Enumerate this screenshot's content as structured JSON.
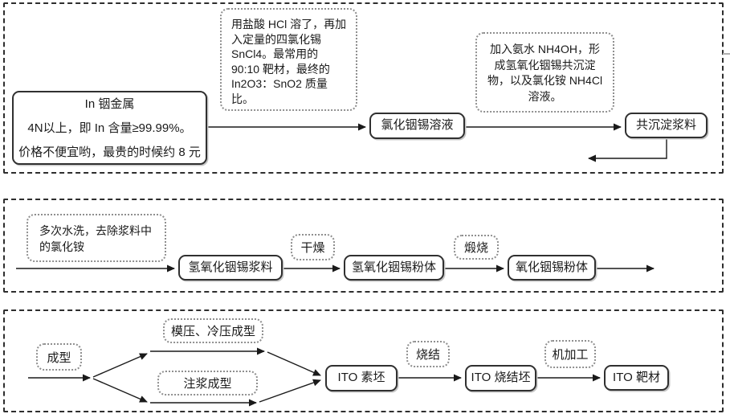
{
  "sections": {
    "s1": {
      "in_metal": "In 铟金属\n4N以上，即 In 含量≥99.99%。\n价格不便宜哟，最贵的时候约 8 元",
      "hcl_note": "用盐酸 HCl 溶了，再加\n入定量的四氯化锡\nSnCl4。最常用的\n90:10 靶材，最终的\nIn2O3：SnO2 质量\n比。",
      "chloride_solution": "氯化铟锡溶液",
      "nh4oh_note": "加入氨水 NH4OH，形\n成氢氧化铟锡共沉淀\n物，以及氯化铵 NH4Cl\n溶液。",
      "coprecipitate_slurry": "共沉淀浆料"
    },
    "s2": {
      "wash_note": "多次水洗，去除浆料中\n的氯化铵",
      "hydroxide_slurry": "氢氧化铟锡浆料",
      "dry_note": "干燥",
      "hydroxide_powder": "氢氧化铟锡粉体",
      "calcine_note": "煅烧",
      "oxide_powder": "氧化铟锡粉体"
    },
    "s3": {
      "forming_note": "成型",
      "press_note": "模压、冷压成型",
      "slip_casting_note": "注浆成型",
      "ito_green_body": "ITO 素坯",
      "sinter_note": "烧结",
      "ito_sintered_body": "ITO 烧结坯",
      "machining_note": "机加工",
      "ito_target": "ITO 靶材"
    }
  },
  "colors": {
    "ink": "#1a1a1a",
    "box_border": "#303030",
    "note_border": "#8f8f8f",
    "frame_border": "#2e2e2e",
    "background": "#ffffff",
    "edge_tick": "#b0b0b0"
  }
}
